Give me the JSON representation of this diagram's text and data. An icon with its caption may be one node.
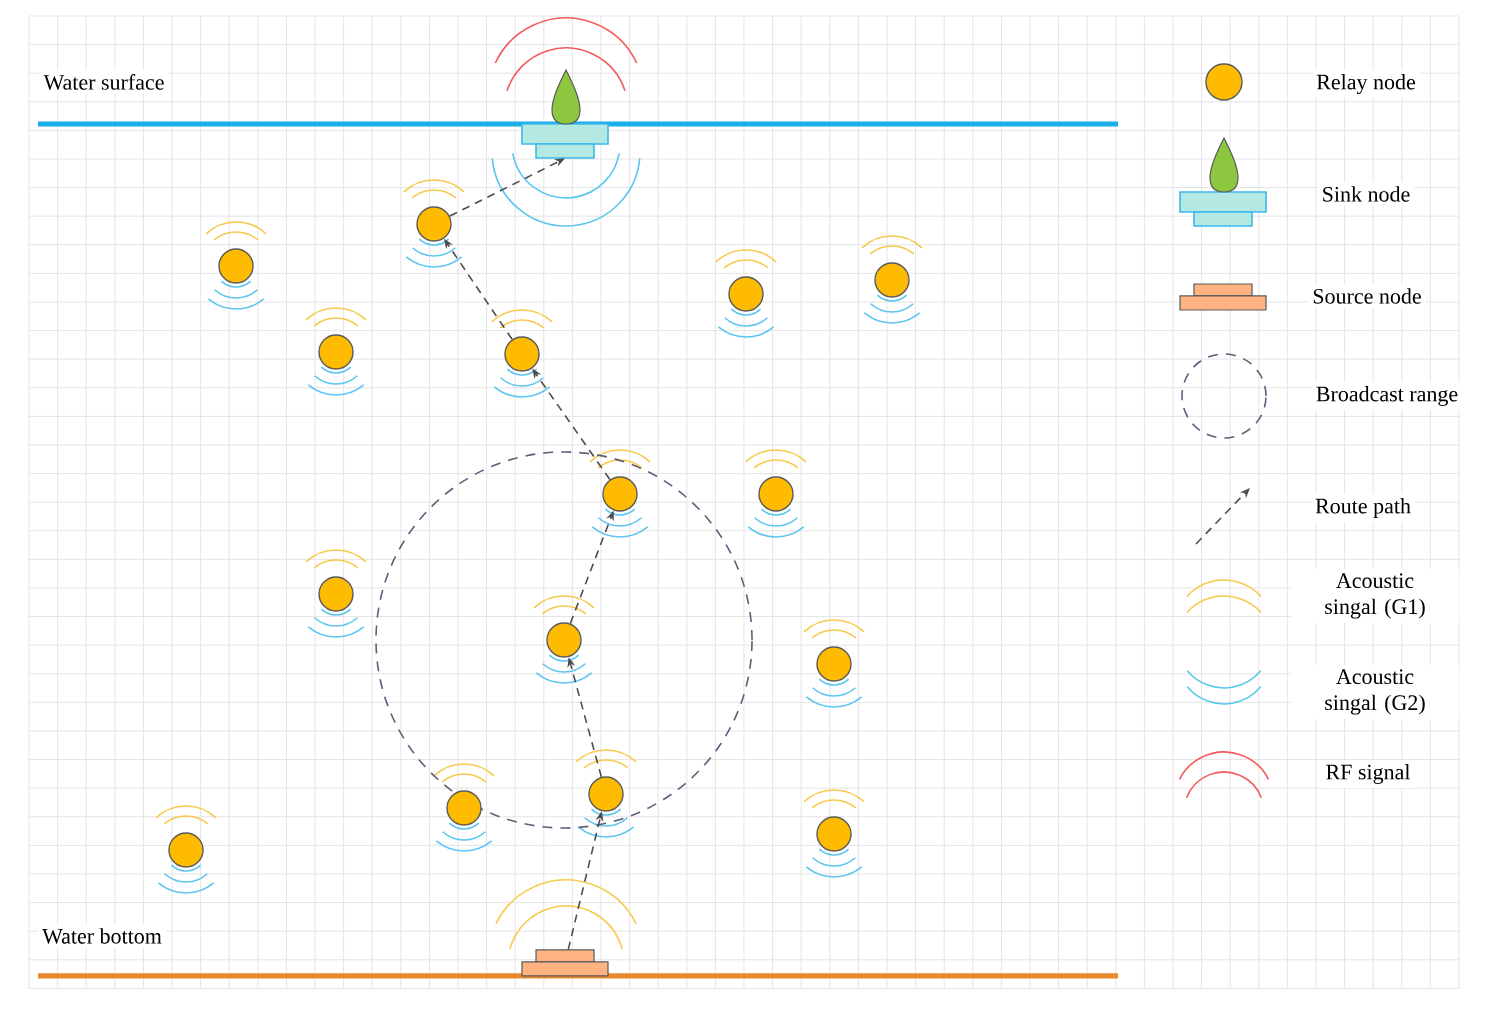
{
  "diagram": {
    "nodes": [
      {
        "text": [],
        "shape": "picture"
      },
      {
        "text": [],
        "shape": "circle"
      },
      {
        "text": [],
        "shape": "circle"
      },
      {
        "text": [],
        "shape": "circle"
      },
      {
        "text": [],
        "shape": "circle"
      },
      {
        "text": [],
        "shape": "circle"
      },
      {
        "text": [],
        "shape": "circle"
      },
      {
        "text": [],
        "shape": "circle"
      },
      {
        "text": [],
        "shape": "circle"
      },
      {
        "text": [],
        "shape": "circle"
      },
      {
        "text": [],
        "shape": "circle"
      },
      {
        "text": [],
        "shape": "circle"
      },
      {
        "text": [],
        "shape": "circle"
      },
      {
        "text": [],
        "shape": "circle"
      },
      {
        "text": [],
        "shape": "circle"
      },
      {
        "text": [],
        "shape": "circle"
      },
      {
        "text": [],
        "shape": "box"
      }
    ],
    "edges": [
      {
        "from": 16,
        "to": 12,
        "arrow": "to",
        "style": "dashed"
      },
      {
        "from": 12,
        "to": 10,
        "arrow": "to",
        "style": "dashed"
      },
      {
        "from": 10,
        "to": 7,
        "arrow": "to",
        "style": "dashed"
      },
      {
        "from": 7,
        "to": 6,
        "arrow": "to",
        "style": "dashed"
      },
      {
        "from": 6,
        "to": 1,
        "arrow": "to",
        "style": "dashed"
      },
      {
        "from": 1,
        "to": 0,
        "arrow": "to",
        "style": "dashed"
      }
    ],
    "labels": [
      "Water surface",
      "Water bottom"
    ],
    "legend": [
      {
        "text": "Relay node"
      },
      {
        "text": "Sink node"
      },
      {
        "text": "Source node"
      },
      {
        "text": "Broadcast range"
      },
      {
        "text": "Route path"
      },
      {
        "text": "Acoustic singal (G1)"
      },
      {
        "text": "Acoustic singal (G2)"
      },
      {
        "text": "RF signal"
      }
    ]
  }
}
